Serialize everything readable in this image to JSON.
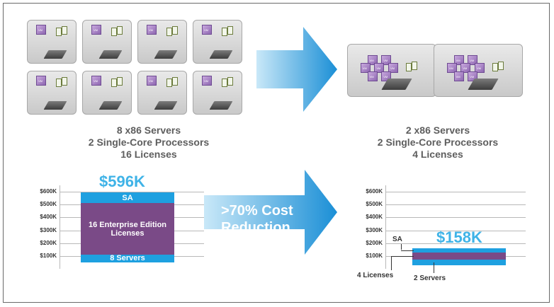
{
  "before": {
    "caption_lines": [
      "8 x86 Servers",
      "2 Single-Core Processors",
      "16 Licenses"
    ],
    "server_count": 8
  },
  "after": {
    "caption_lines": [
      "2 x86 Servers",
      "2 Single-Core Processors",
      "4 Licenses"
    ],
    "server_count": 2
  },
  "reduction_label_lines": [
    ">70% Cost",
    "Reduction"
  ],
  "colors": {
    "blue": "#1ea0e0",
    "purple": "#7a4a87",
    "arrow_dark": "#1b8fd6",
    "arrow_light": "#c9e8f8",
    "value_blue": "#3fb3e7"
  },
  "chart_data": [
    {
      "type": "bar",
      "stacked": true,
      "title": "$596K",
      "y_ticks": [
        "$600K",
        "$500K",
        "$400K",
        "$300K",
        "$200K",
        "$100K"
      ],
      "ylim": [
        0,
        650
      ],
      "segments": [
        {
          "label": "8 Servers",
          "from": 50,
          "to": 110,
          "color": "#1ea0e0"
        },
        {
          "label": "16 Enterprise Edition Licenses",
          "from": 110,
          "to": 510,
          "color": "#7a4a87"
        },
        {
          "label": "SA",
          "from": 510,
          "to": 596,
          "color": "#1ea0e0"
        }
      ]
    },
    {
      "type": "bar",
      "stacked": true,
      "title": "$158K",
      "y_ticks": [
        "$600K",
        "$500K",
        "$400K",
        "$300K",
        "$200K",
        "$100K"
      ],
      "ylim": [
        0,
        650
      ],
      "segments": [
        {
          "label": "2 Servers",
          "from": 30,
          "to": 70,
          "color": "#1ea0e0"
        },
        {
          "label": "4 Licenses",
          "from": 70,
          "to": 128,
          "color": "#7a4a87"
        },
        {
          "label": "SA",
          "from": 128,
          "to": 158,
          "color": "#1ea0e0"
        }
      ]
    }
  ]
}
